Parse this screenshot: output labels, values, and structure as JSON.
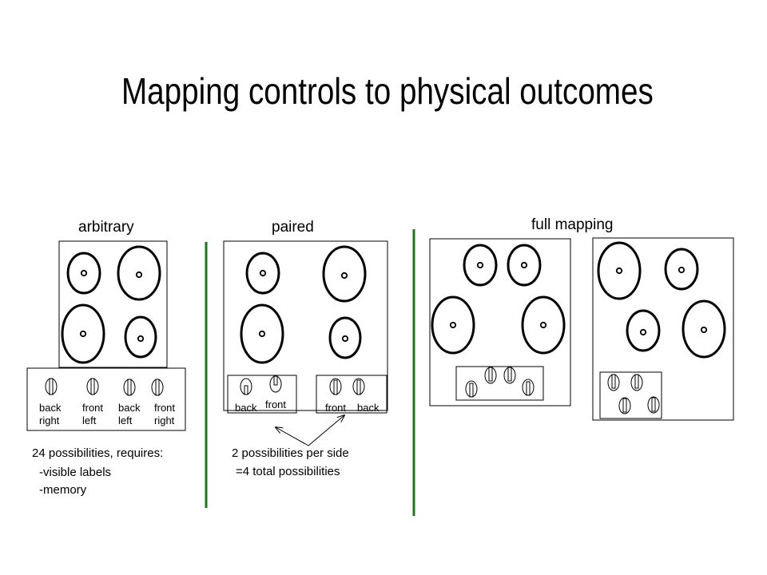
{
  "title": "Mapping controls to physical outcomes",
  "arbitrary": {
    "heading": "arbitrary",
    "control_labels": [
      {
        "top": "back",
        "bottom": "right"
      },
      {
        "top": "front",
        "bottom": "left"
      },
      {
        "top": "back",
        "bottom": "left"
      },
      {
        "top": "front",
        "bottom": "right"
      }
    ],
    "note_lines": [
      "24 possibilities, requires:",
      "-visible labels",
      "-memory"
    ]
  },
  "paired": {
    "heading": "paired",
    "left_labels": [
      "back",
      "front"
    ],
    "right_labels": [
      "front",
      "back"
    ],
    "note_lines": [
      "2 possibilities per side",
      "=4 total possibilities"
    ]
  },
  "full_mapping": {
    "heading": "full mapping"
  },
  "colors": {
    "divider": "#1a7a1a",
    "stroke": "#000000"
  }
}
